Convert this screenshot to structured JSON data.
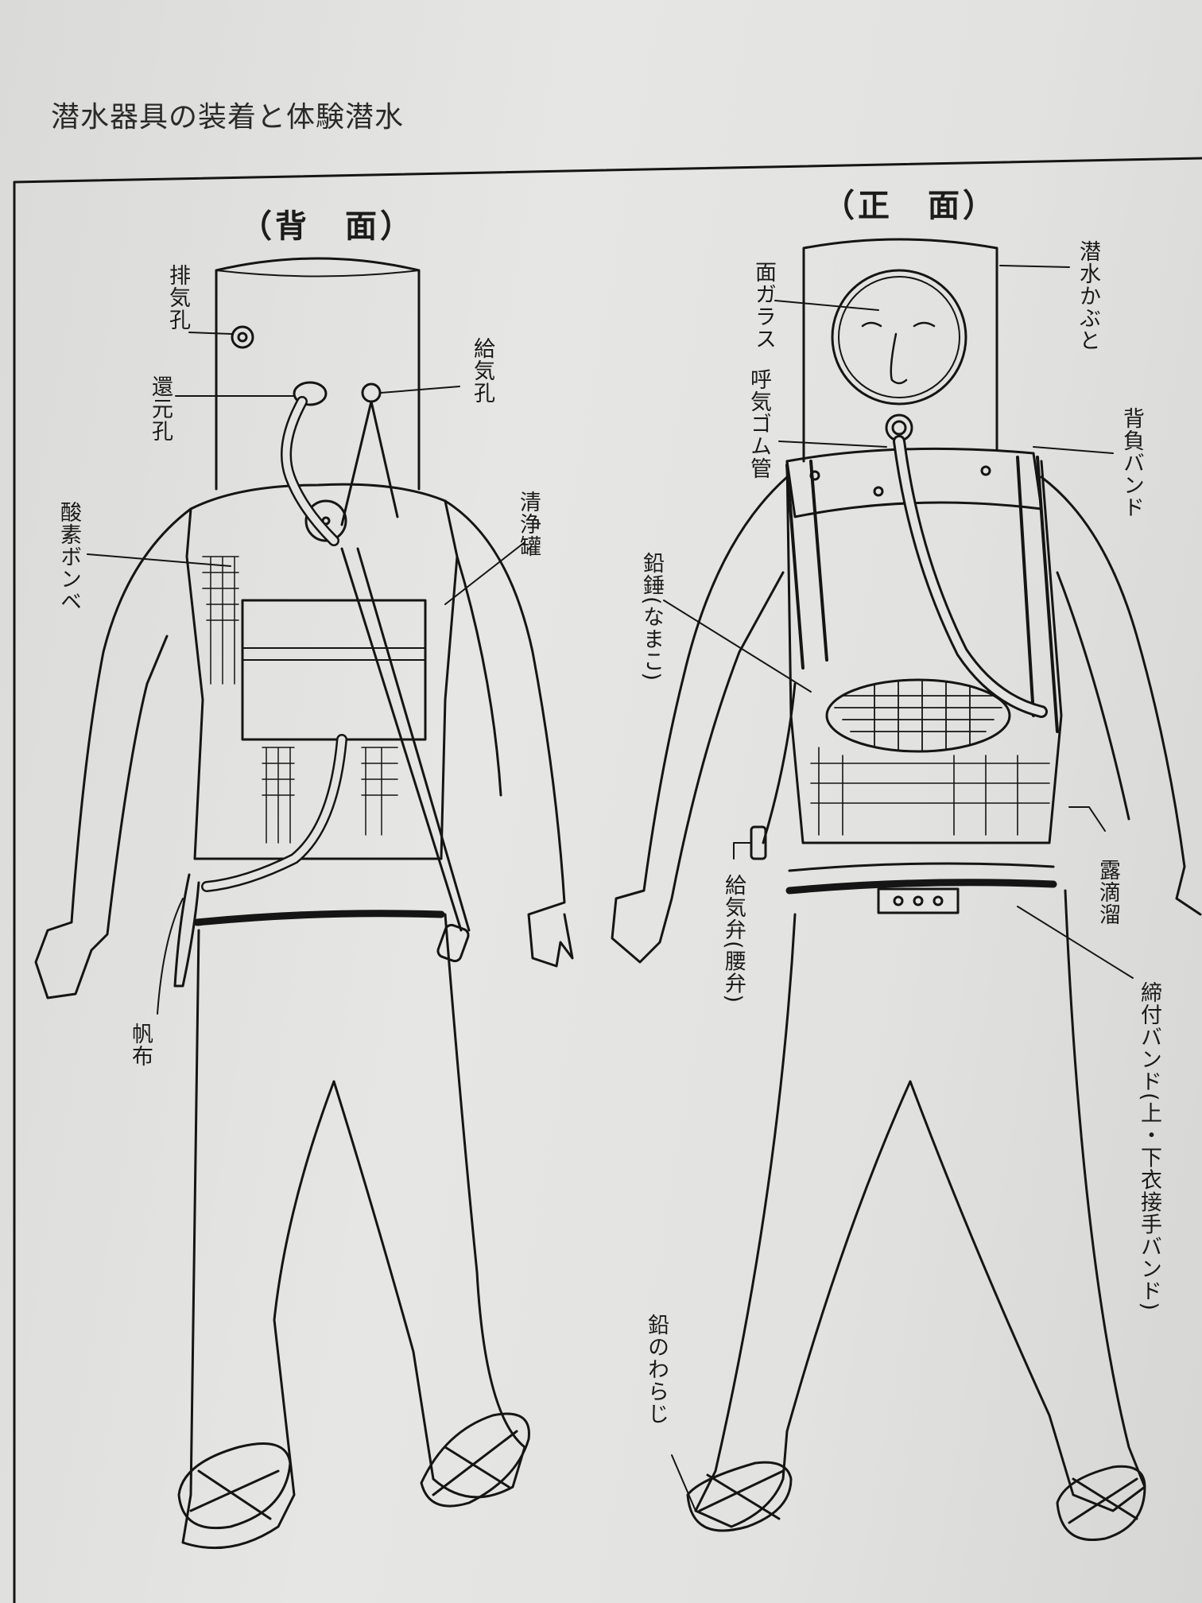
{
  "page_title": "潜水器具の装着と体験潜水",
  "views": {
    "back": "（背　面）",
    "front": "（正　面）"
  },
  "back_labels": {
    "exhaust_hole": "排気孔",
    "return_hole": "還元孔",
    "intake_hole": "給気孔",
    "oxygen_cylinder": "酸素ボンベ",
    "purifier_can": "清浄罐",
    "canvas": "帆布"
  },
  "front_labels": {
    "face_glass": "面ガラス",
    "diving_helmet": "潜水かぶと",
    "exhale_rubber_tube": "呼気ゴム管",
    "back_band": "背負バンド",
    "lead_weight": "鉛錘(なまこ)",
    "intake_valve": "給気弁(腰弁)",
    "condensate_trap": "露滴溜",
    "fastening_band": "締付バンド(上・下衣接手バンド)",
    "lead_sandals": "鉛のわらじ"
  }
}
